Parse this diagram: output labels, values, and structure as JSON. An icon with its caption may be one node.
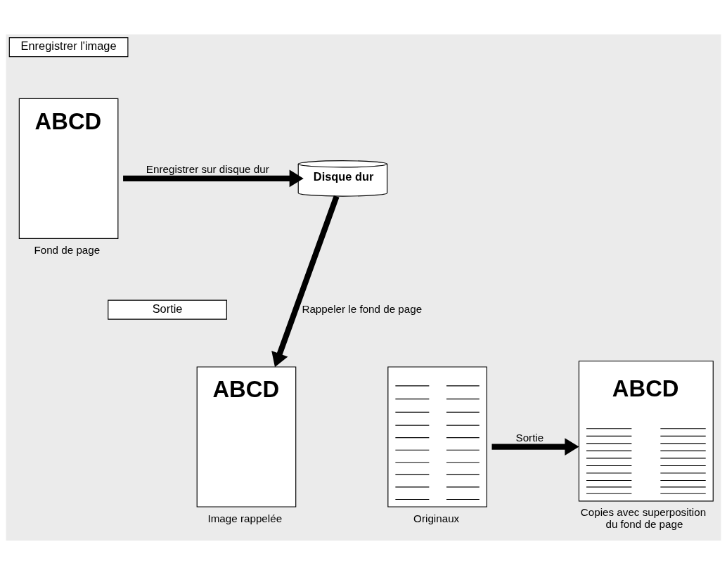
{
  "diagram": {
    "nodes": [
      {
        "text": [
          "Enregistrer l'image"
        ]
      },
      {
        "text": [
          "ABCD"
        ],
        "beside": [
          "Fond de page"
        ]
      },
      {
        "text": [
          "Disque dur"
        ]
      },
      {
        "text": [
          "Sortie"
        ]
      },
      {
        "text": [
          "ABCD"
        ],
        "beside": [
          "Image rappelée"
        ]
      },
      {
        "text": [],
        "shape": "box",
        "beside": [
          "Originaux"
        ]
      },
      {
        "text": [
          "ABCD"
        ],
        "beside": [
          "Copies avec superposition du fond de page"
        ]
      }
    ],
    "edges": [
      {
        "from": 1,
        "to": 2,
        "arrow": "to",
        "label": "Enregistrer sur disque dur"
      },
      {
        "from": 2,
        "to": 4,
        "arrow": "to",
        "label": "Rappeler le fond de page"
      },
      {
        "from": 5,
        "to": 6,
        "arrow": "to",
        "label": "Sortie"
      }
    ]
  }
}
